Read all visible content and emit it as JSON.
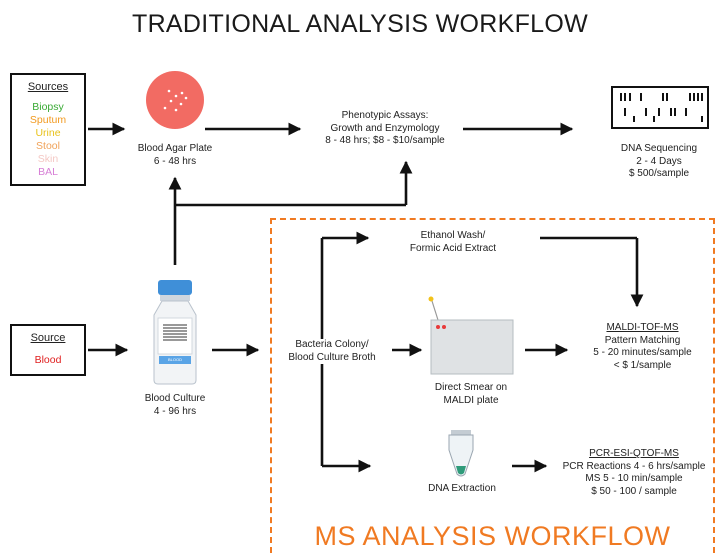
{
  "title": "TRADITIONAL ANALYSIS WORKFLOW",
  "sources_box": {
    "heading": "Sources",
    "items": [
      {
        "label": "Biopsy",
        "color": "#3aaa35"
      },
      {
        "label": "Sputum",
        "color": "#f29a1f"
      },
      {
        "label": "Urine",
        "color": "#e8c21a"
      },
      {
        "label": "Stool",
        "color": "#f0a35a"
      },
      {
        "label": "Skin",
        "color": "#f4c8c4"
      },
      {
        "label": "BAL",
        "color": "#d77fd6"
      }
    ]
  },
  "source_box2": {
    "heading": "Source",
    "item": "Blood",
    "item_color": "#e02020"
  },
  "blood_agar": {
    "line1": "Blood Agar Plate",
    "line2": "6 - 48 hrs"
  },
  "phenotypic": {
    "line1": "Phenotypic Assays:",
    "line2": "Growth and Enzymology",
    "line3": "8 - 48 hrs; $8 - $10/sample"
  },
  "dna_seq": {
    "line1": "DNA Sequencing",
    "line2": "2 - 4 Days",
    "line3": "$ 500/sample"
  },
  "blood_culture": {
    "line1": "Blood Culture",
    "line2": "4 - 96 hrs",
    "vial_label": "BLOOD CULTURE"
  },
  "bacteria": {
    "line1": "Bacteria Colony/",
    "line2": "Blood Culture Broth"
  },
  "ethanol": {
    "line1": "Ethanol Wash/",
    "line2": "Formic Acid Extract"
  },
  "direct_smear": {
    "line1": "Direct Smear on",
    "line2": "MALDI plate"
  },
  "maldi": {
    "heading": "MALDI-TOF-MS",
    "line1": "Pattern Matching",
    "line2": "5 - 20 minutes/sample",
    "line3": "< $ 1/sample"
  },
  "dna_extraction": {
    "label": "DNA Extraction"
  },
  "pcr": {
    "heading": "PCR-ESI-QTOF-MS",
    "line1": "PCR Reactions 4 - 6 hrs/sample",
    "line2": "MS 5 - 10 min/sample",
    "line3": "$ 50 - 100 / sample"
  },
  "ms_title": "MS ANALYSIS WORKFLOW",
  "colors": {
    "accent": "#f07a22",
    "agar": "#f26b63"
  }
}
